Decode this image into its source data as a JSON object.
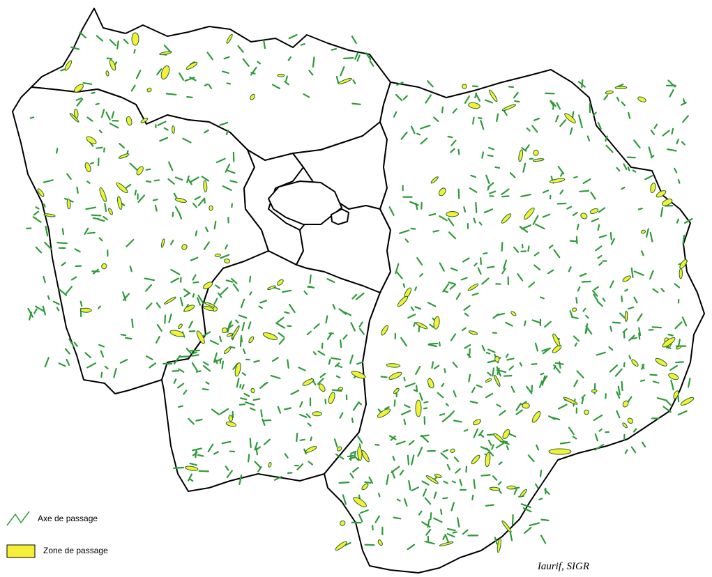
{
  "legend": {
    "axe_label": "Axe de passage",
    "zone_label": "Zone de passage"
  },
  "credit": "Iaurif, SIGR",
  "colors": {
    "axe_green": "#2e9a3a",
    "zone_yellow": "#f5f037",
    "zone_outline": "#1e6a2a",
    "boundary": "#000000"
  },
  "icons": [
    "axe-line-icon",
    "zone-swatch-icon"
  ]
}
